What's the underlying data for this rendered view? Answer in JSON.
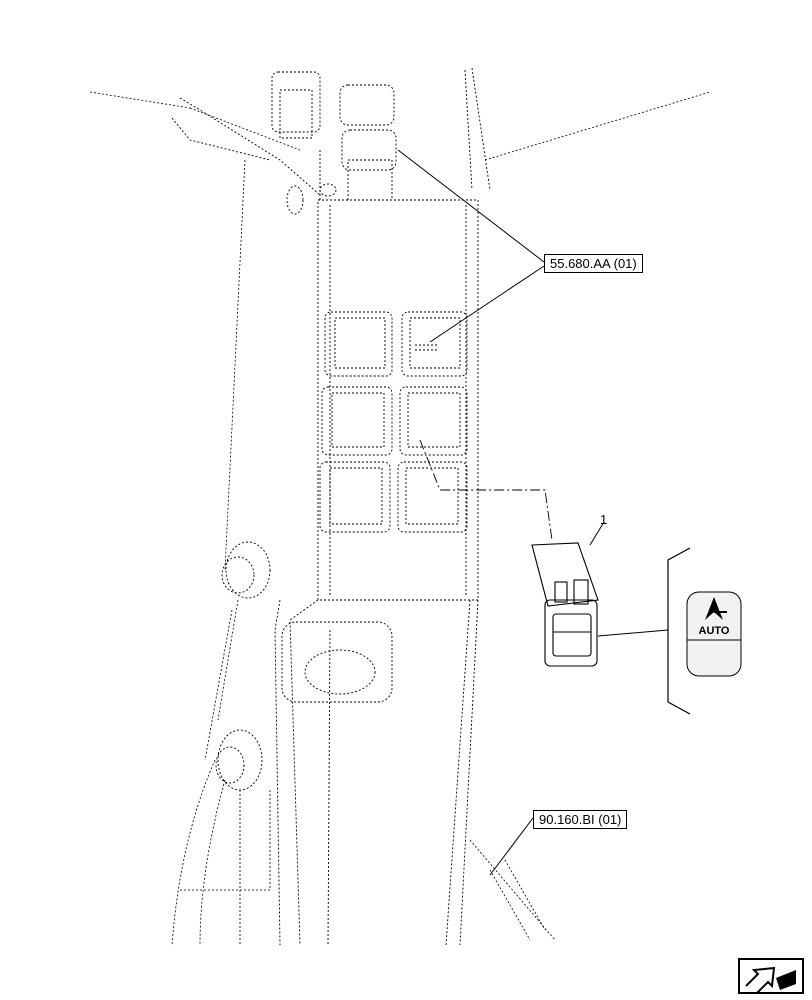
{
  "callouts": {
    "ref_55680": "55.680.AA (01)",
    "ref_90160": "90.160.BI (01)",
    "item_1": "1"
  },
  "switch_legend": {
    "label": "AUTO"
  },
  "icons": {
    "nav": "next-page-arrow-icon"
  },
  "colors": {
    "line": "#000000",
    "background": "#ffffff",
    "icon_fill": "#f2f2f2"
  }
}
